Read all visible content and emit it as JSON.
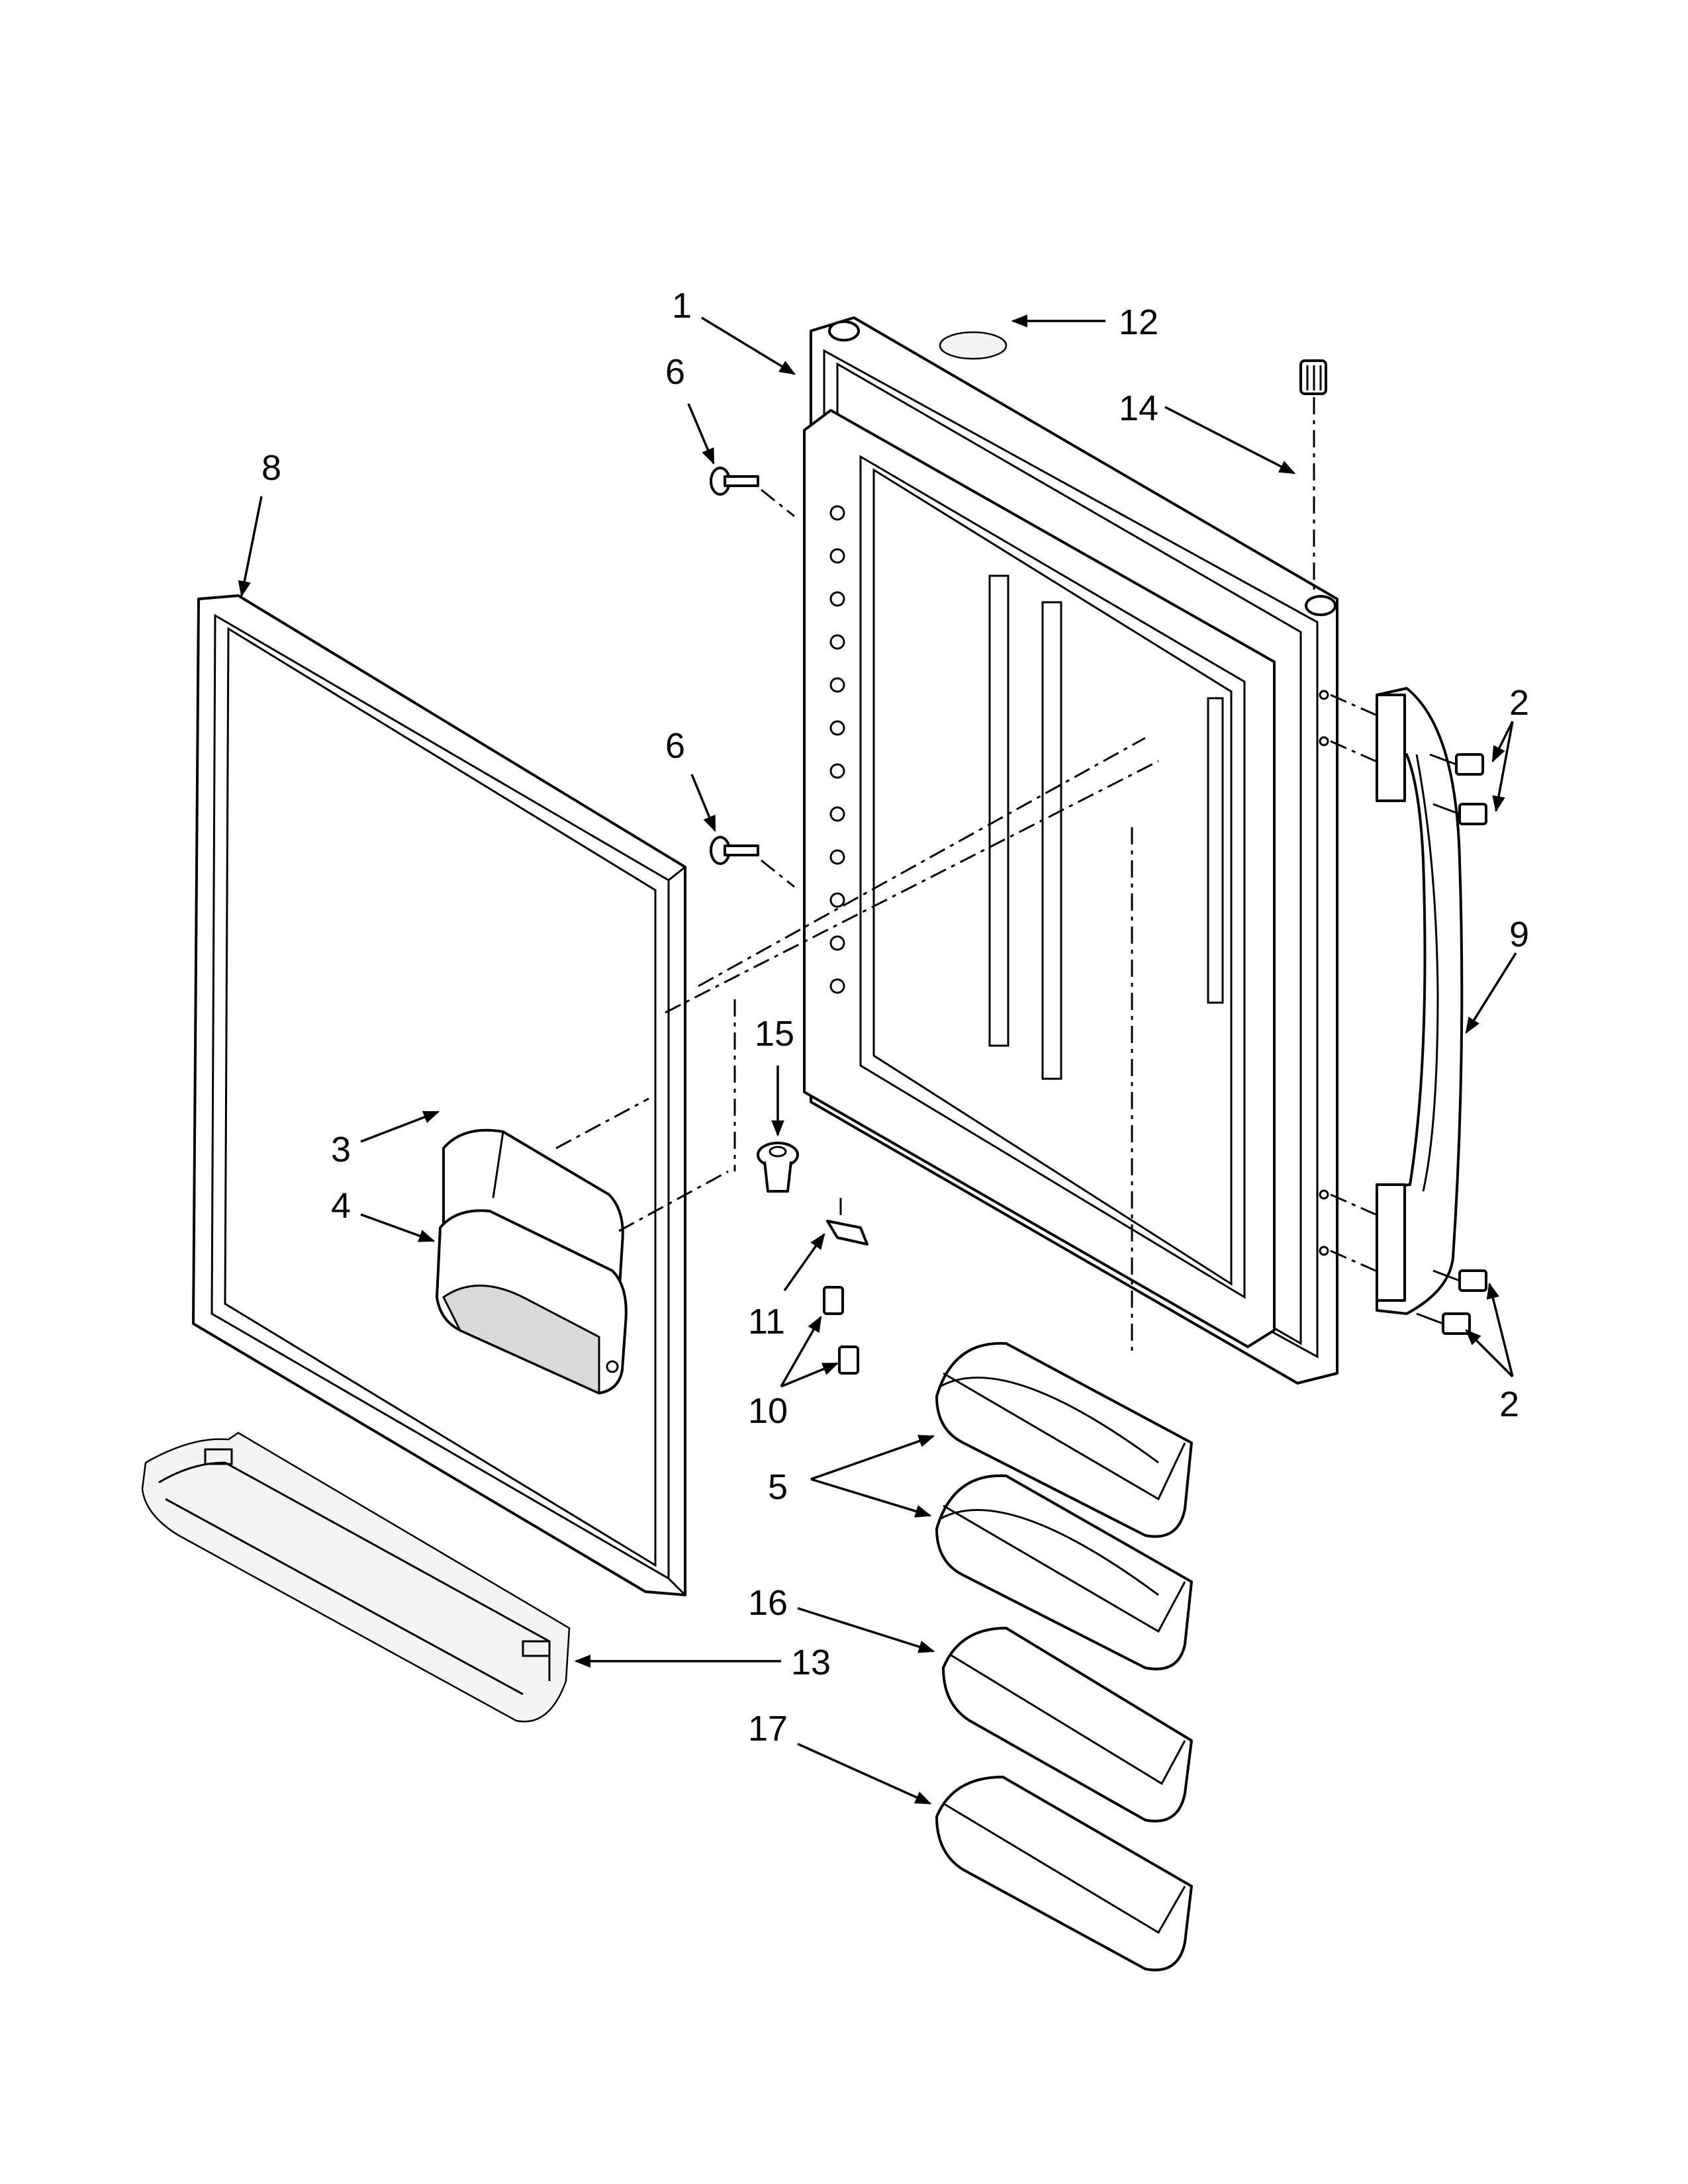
{
  "callouts": {
    "c1": "1",
    "c2a": "2",
    "c2b": "2",
    "c3": "3",
    "c4": "4",
    "c5": "5",
    "c6a": "6",
    "c6b": "6",
    "c8": "8",
    "c9": "9",
    "c10": "10",
    "c11": "11",
    "c12": "12",
    "c13": "13",
    "c14": "14",
    "c15": "15",
    "c16": "16",
    "c17": "17"
  }
}
